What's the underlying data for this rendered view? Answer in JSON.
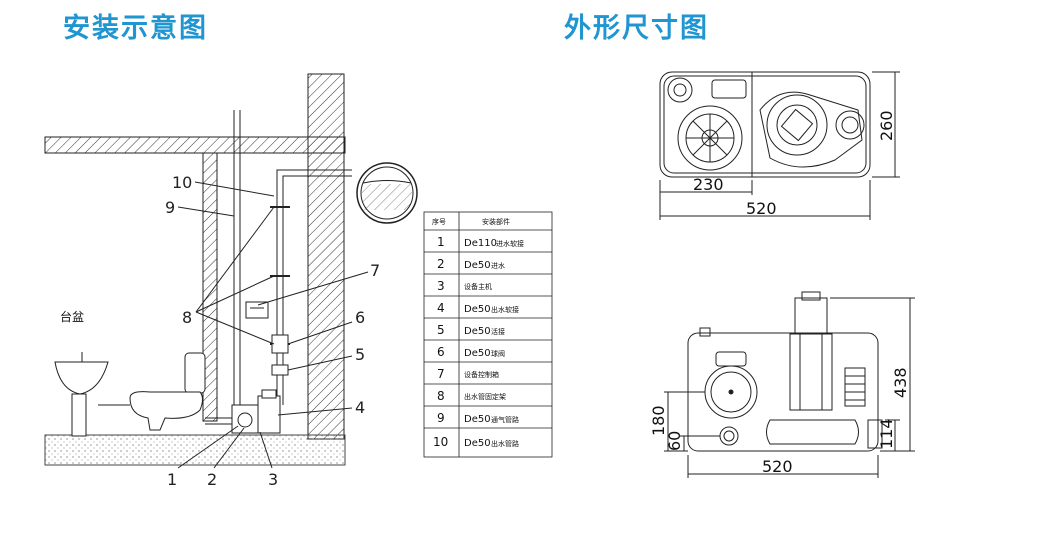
{
  "titles": {
    "left": "安装示意图",
    "right": "外形尺寸图"
  },
  "install_diagram": {
    "basin_label": "台盆",
    "callouts": [
      "1",
      "2",
      "3",
      "4",
      "5",
      "6",
      "7",
      "8",
      "9",
      "10"
    ]
  },
  "parts_table": {
    "header_no": "序号",
    "header_part": "安装部件",
    "rows": [
      {
        "no": "1",
        "prefix": "De110",
        "text": "进水软接"
      },
      {
        "no": "2",
        "prefix": "De50",
        "text": "进水"
      },
      {
        "no": "3",
        "prefix": "",
        "text": "设备主机"
      },
      {
        "no": "4",
        "prefix": "De50",
        "text": "出水软接"
      },
      {
        "no": "5",
        "prefix": "De50",
        "text": "活接"
      },
      {
        "no": "6",
        "prefix": "De50",
        "text": "球阀"
      },
      {
        "no": "7",
        "prefix": "",
        "text": "设备控制箱"
      },
      {
        "no": "8",
        "prefix": "",
        "text": "出水管固定架"
      },
      {
        "no": "9",
        "prefix": "De50",
        "text": "通气管路"
      },
      {
        "no": "10",
        "prefix": "De50",
        "text": "出水管路"
      }
    ]
  },
  "dimensions": {
    "top_view": {
      "width_inner": "230",
      "width_total": "520",
      "depth": "260"
    },
    "front_view": {
      "height_total": "438",
      "inlet_height": "180",
      "outlet_height": "60",
      "side_height": "114",
      "width_total": "520"
    }
  }
}
